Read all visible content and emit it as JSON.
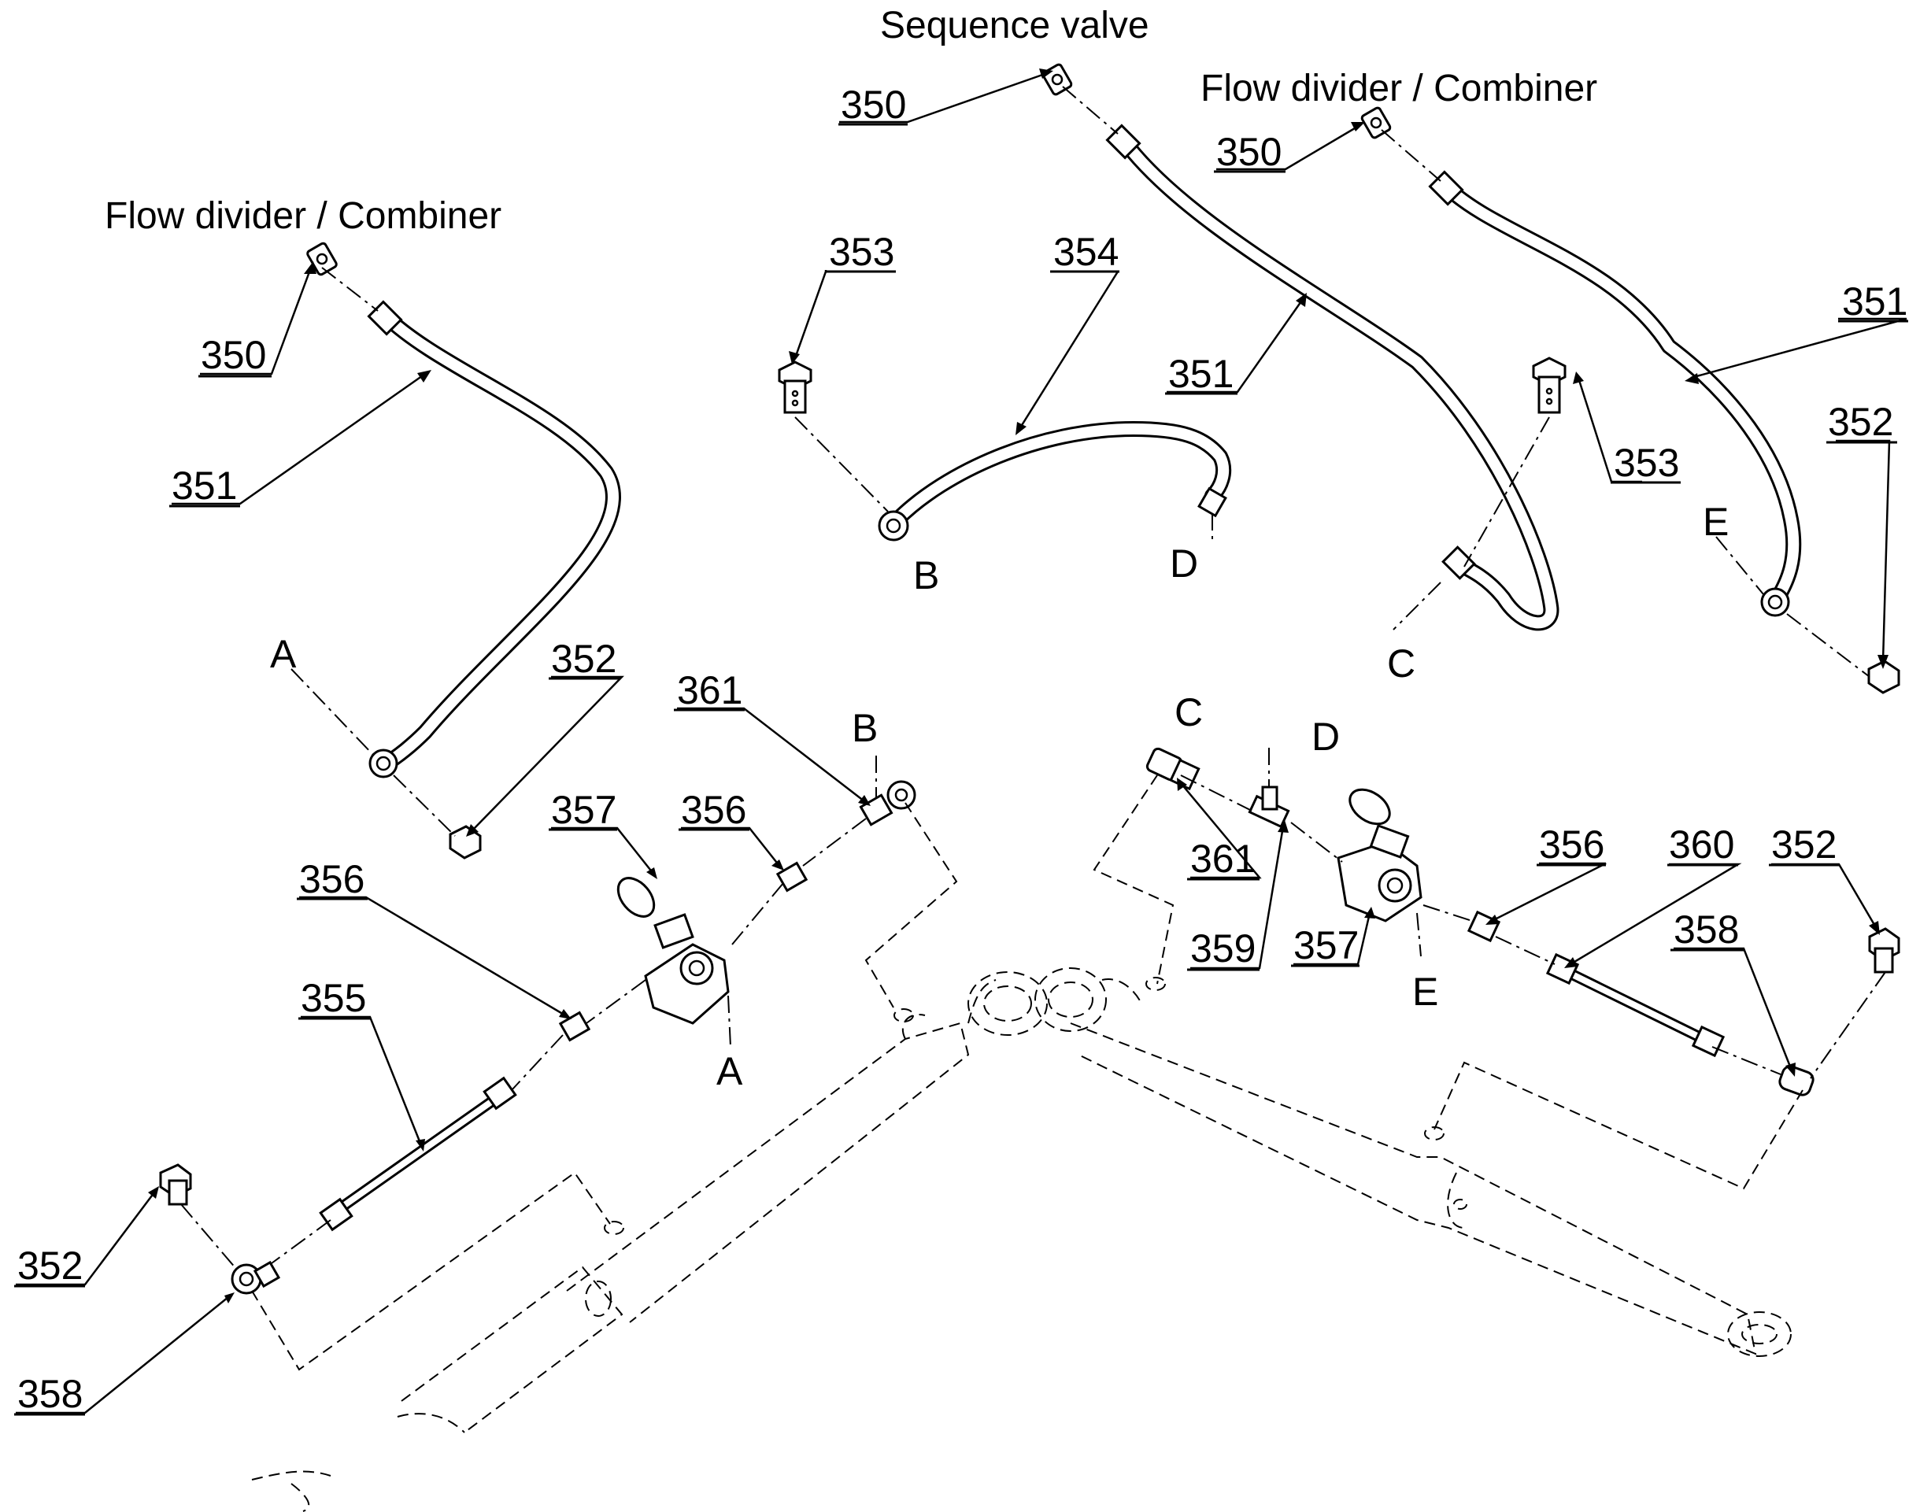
{
  "annotations": {
    "sequence_valve": "Sequence valve",
    "flow_divider_top_right": "Flow divider / Combiner",
    "flow_divider_left": "Flow divider / Combiner"
  },
  "part_numbers": {
    "p350_a": "350",
    "p350_b": "350",
    "p350_c": "350",
    "p351_a": "351",
    "p351_b": "351",
    "p351_c": "351",
    "p352_a": "352",
    "p352_b": "352",
    "p352_c": "352",
    "p352_d": "352",
    "p353_a": "353",
    "p353_b": "353",
    "p354": "354",
    "p355": "355",
    "p356_a": "356",
    "p356_b": "356",
    "p356_c": "356",
    "p357_a": "357",
    "p357_b": "357",
    "p358_a": "358",
    "p358_b": "358",
    "p359": "359",
    "p360": "360",
    "p361_a": "361",
    "p361_b": "361"
  },
  "connection_letters": {
    "a_hose": "A",
    "a_valve": "A",
    "b_hose": "B",
    "b_fitting": "B",
    "c_hose": "C",
    "c_fitting": "C",
    "d_hose": "D",
    "d_fitting": "D",
    "e_hose": "E",
    "e_valve": "E"
  }
}
